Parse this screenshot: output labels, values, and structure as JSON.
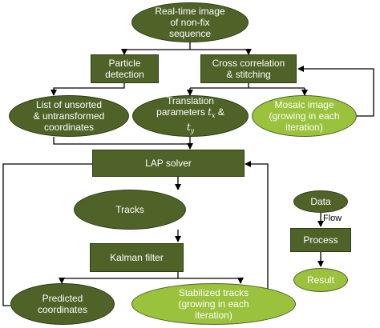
{
  "nodes": {
    "realtime": "Real-time image\nof non-fix\nsequence",
    "particle": "Particle\ndetection",
    "crosscorr": "Cross correlation\n& stitching",
    "list_coords": "List of unsorted\n& untransformed\ncoordinates",
    "translation": {
      "line1": "Translation",
      "line2_prefix": "parameters ",
      "tx_var": "t",
      "tx_sub": "x",
      "amp": " &",
      "ty_var": "t",
      "ty_sub": "y"
    },
    "mosaic": "Mosaic image\n(growing in each\niteration)",
    "lap": "LAP solver",
    "tracks": "Tracks",
    "kalman": "Kalman filter",
    "predicted": "Predicted\ncoordinates",
    "stabilized": "Stabilized tracks\n(growing in each\niteration)"
  },
  "legend": {
    "data": "Data",
    "flow": "Flow",
    "process": "Process",
    "result": "Result"
  },
  "colors": {
    "dark_green": "#4f6228",
    "light_green": "#9ac23c",
    "arrow": "#000000"
  }
}
